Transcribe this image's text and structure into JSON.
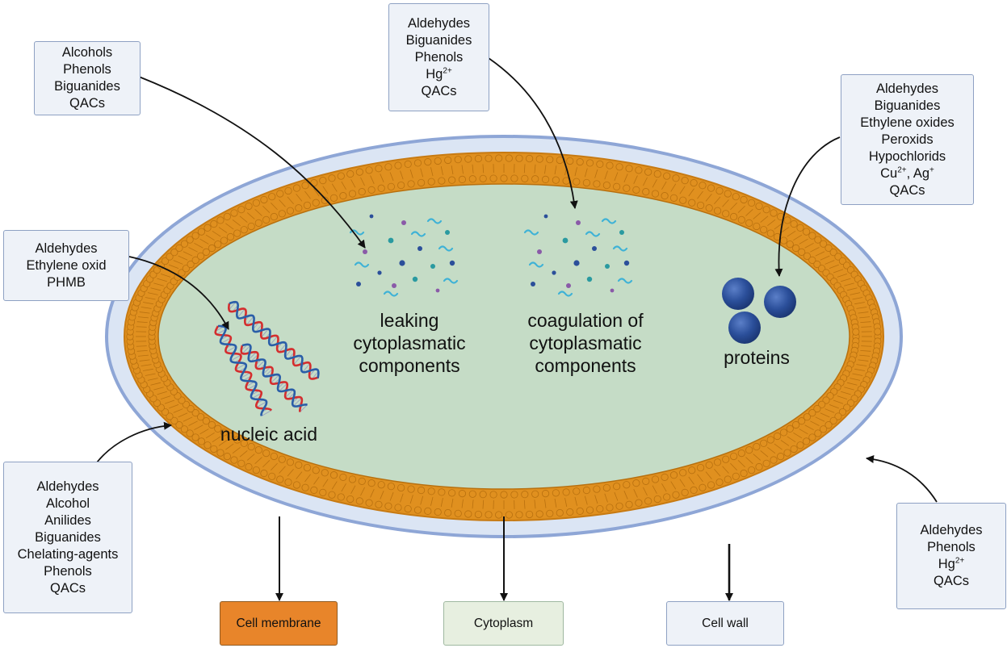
{
  "boxes": {
    "membrane_leak": {
      "lines": [
        "Alcohols",
        "Phenols",
        "Biguanides",
        "QACs"
      ]
    },
    "coagulation": {
      "lines": [
        "Aldehydes",
        "Biguanides",
        "Phenols"
      ],
      "hg_base": "Hg",
      "hg_sup": "2+",
      "last": "QACs"
    },
    "proteins": {
      "lines": [
        "Aldehydes",
        "Biguanides",
        "Ethylene oxides",
        "Peroxids",
        "Hypochlorids"
      ],
      "cu_base": "Cu",
      "cu_sup": "2+",
      "ag_sep": ", Ag",
      "ag_sup": "+",
      "last": "QACs"
    },
    "nucleic": {
      "lines": [
        "Aldehydes",
        "Ethylene oxid",
        "PHMB"
      ]
    },
    "cell_membrane": {
      "lines": [
        "Aldehydes",
        "Alcohol",
        "Anilides",
        "Biguanides",
        "Chelating-agents",
        "Phenols",
        "QACs"
      ]
    },
    "cell_wall": {
      "lines": [
        "Aldehydes",
        "Phenols"
      ],
      "hg_base": "Hg",
      "hg_sup": "2+",
      "last": "QACs"
    }
  },
  "labels": {
    "leaking": [
      "leaking",
      "cytoplasmatic",
      "components"
    ],
    "coagulation": [
      "coagulation of",
      "cytoplasmatic",
      "components"
    ],
    "proteins": "proteins",
    "nucleic": "nucleic acid"
  },
  "legend": {
    "cell_membrane": "Cell membrane",
    "cytoplasm": "Cytoplasm",
    "cell_wall": "Cell wall"
  },
  "colors": {
    "box_fill": "#eef2f8",
    "box_border": "#8ea1c3",
    "cell_wall": "#8ea6d6",
    "cell_wall_fill": "#dbe5f4",
    "membrane": "#e0901f",
    "membrane_dark": "#b8700f",
    "cytoplasm": "#c5dcc6",
    "dna_red": "#d42e2e",
    "dna_blue": "#2a5ea8",
    "protein": "#2b4f9a",
    "legend_membrane": "#e8852a",
    "legend_cytoplasm": "#e7efe0",
    "legend_wall": "#eef2f8"
  }
}
